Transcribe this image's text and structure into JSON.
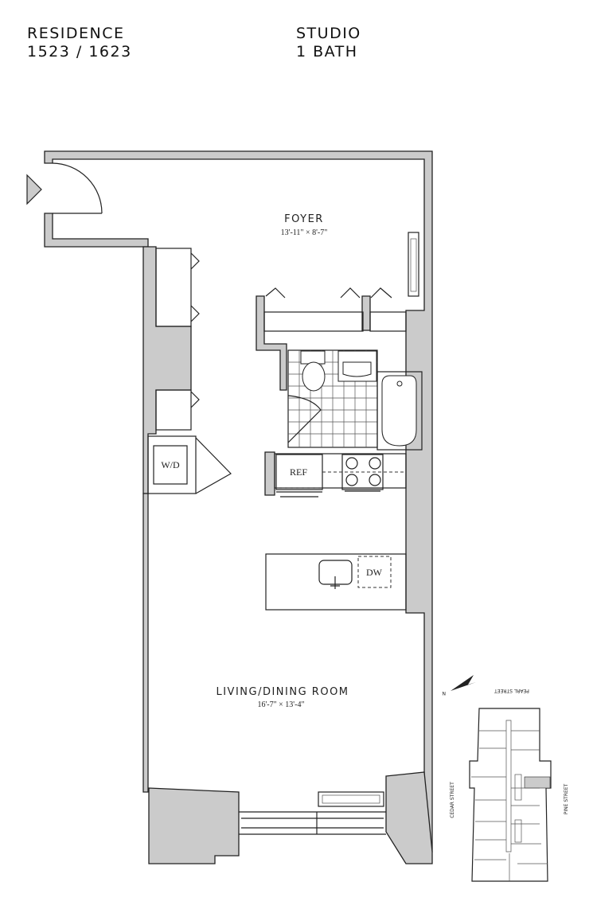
{
  "header": {
    "residence_label": "RESIDENCE",
    "residence_numbers": "1523 / 1623",
    "unit_type": "STUDIO",
    "baths": "1 BATH"
  },
  "rooms": {
    "foyer": {
      "name": "FOYER",
      "dimensions": "13'-11\" × 8'-7\""
    },
    "living": {
      "name": "LIVING/DINING ROOM",
      "dimensions": "16'-7\" × 13'-4\""
    }
  },
  "fixtures": {
    "washer_dryer": "W/D",
    "refrigerator": "REF",
    "dishwasher": "DW"
  },
  "key_plan": {
    "north": "N",
    "streets": {
      "top": "PEARL STREET",
      "left": "CEDAR STREET",
      "right": "PINE STREET"
    },
    "highlight_color": "#cbcbcb"
  },
  "colors": {
    "wall": "#cbcbcb",
    "line": "#222222"
  }
}
